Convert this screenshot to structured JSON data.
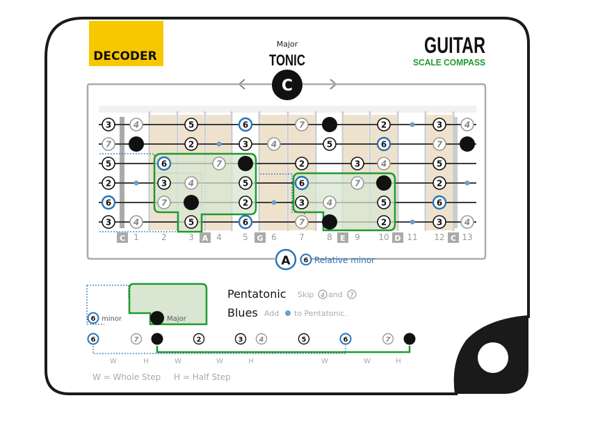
{
  "badge": {
    "label": "DECODER",
    "color": "#f7c800"
  },
  "brand": {
    "title": "GUITAR",
    "subtitle": "SCALE COMPASS",
    "accent": "#1f9a2e"
  },
  "tonic": {
    "quality": "Major",
    "label": "TONIC",
    "note": "C"
  },
  "fretboard": {
    "string_degrees": [
      [
        "3",
        "4",
        "",
        "5",
        "",
        "6",
        "",
        "7",
        "1",
        "",
        "2",
        "",
        "3",
        "4"
      ],
      [
        "7",
        "1",
        "",
        "2",
        "",
        "3",
        "4",
        "",
        "5",
        "",
        "6",
        "",
        "7",
        "1"
      ],
      [
        "5",
        "",
        "6",
        "",
        "7",
        "1",
        "",
        "2",
        "",
        "3",
        "4",
        "",
        "5",
        ""
      ],
      [
        "2",
        "",
        "3",
        "4",
        "",
        "5",
        "",
        "6",
        "",
        "7",
        "1",
        "",
        "2",
        ""
      ],
      [
        "6",
        "",
        "7",
        "1",
        "",
        "2",
        "",
        "3",
        "4",
        "",
        "5",
        "",
        "6",
        "",
        ""
      ],
      [
        "3",
        "4",
        "",
        "5",
        "",
        "6",
        "",
        "7",
        "1",
        "",
        "2",
        "",
        "3",
        "4"
      ]
    ],
    "frets": [
      "",
      "1",
      "2",
      "3",
      "4",
      "5",
      "6",
      "7",
      "8",
      "9",
      "10",
      "11",
      "12",
      "13"
    ],
    "nut_notes": [
      {
        "fret": 0,
        "note": "C"
      },
      {
        "fret": 4,
        "note": "A"
      },
      {
        "fret": 6,
        "note": "G"
      },
      {
        "fret": 9,
        "note": "E"
      },
      {
        "fret": 11,
        "note": "D"
      },
      {
        "fret": 13,
        "note": "C"
      }
    ]
  },
  "relative_minor": {
    "note": "A",
    "degree": "6",
    "label": "Relative minor"
  },
  "legend": {
    "pentatonic_label": "Pentatonic",
    "pentatonic_hint_pre": "Skip",
    "pentatonic_hint_a": "4",
    "pentatonic_hint_mid": "and",
    "pentatonic_hint_b": "7",
    "blues_label": "Blues",
    "blues_hint_pre": "Add",
    "blues_hint_post": "to Pentatonic.",
    "minor_label": "minor",
    "minor_degree": "6",
    "major_label": "Major"
  },
  "step_scale": {
    "degrees": [
      "6",
      "7",
      "1",
      "2",
      "3",
      "4",
      "5",
      "6",
      "7",
      "1"
    ],
    "steps": [
      "W",
      "H",
      "W",
      "W",
      "H",
      "W",
      "W",
      "H"
    ],
    "key_whole": "W = Whole Step",
    "key_half": "H = Half Step"
  },
  "colors": {
    "blue": "#2a73b8",
    "green": "#1f9a2e",
    "gray": "#999999",
    "black": "#111111",
    "wood": "#efe2cc"
  }
}
